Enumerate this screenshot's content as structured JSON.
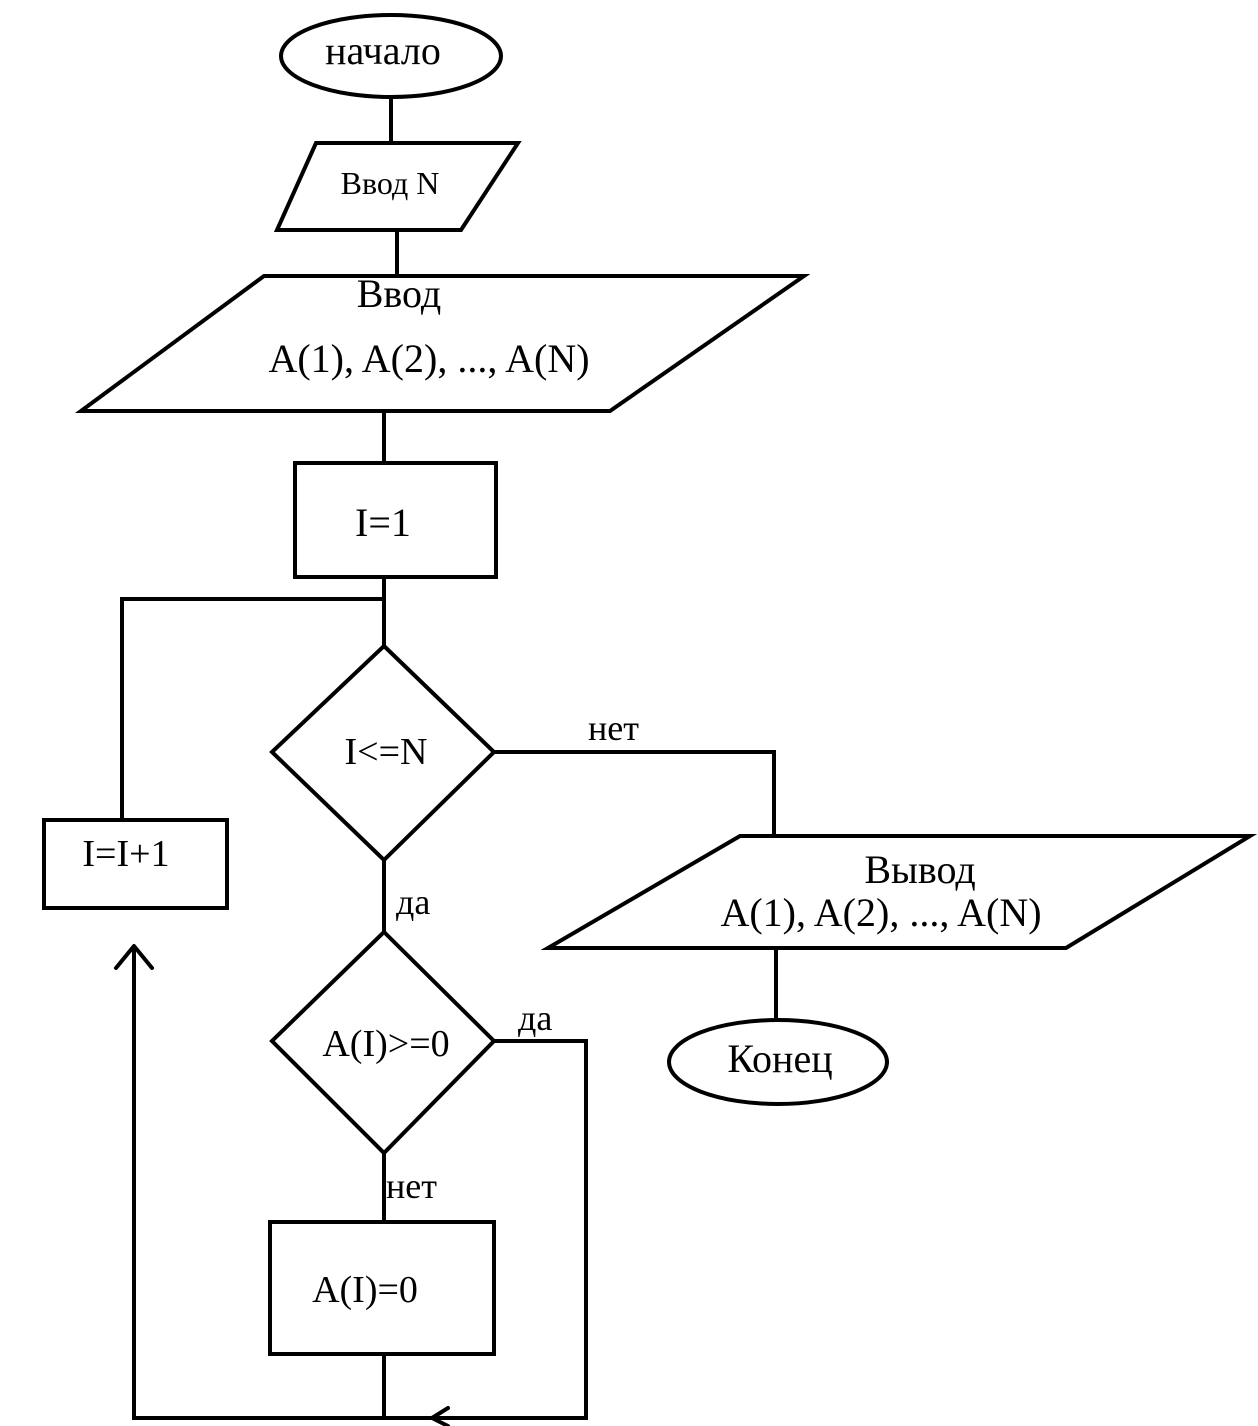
{
  "flowchart": {
    "start": "начало",
    "input_n": "Ввод N",
    "input_array_title": "Ввод",
    "input_array_items": "A(1), A(2), ..., A(N)",
    "init": "I=1",
    "loop_condition": "I<=N",
    "increment": "I=I+1",
    "element_condition": "A(I)>=0",
    "assign_zero": "A(I)=0",
    "output_title": "Вывод",
    "output_items": "A(1), A(2), ..., A(N)",
    "end": "Конец",
    "label_loop_no": "нет",
    "label_loop_yes": "да",
    "label_elem_yes": "да",
    "label_elem_no": "нет"
  }
}
